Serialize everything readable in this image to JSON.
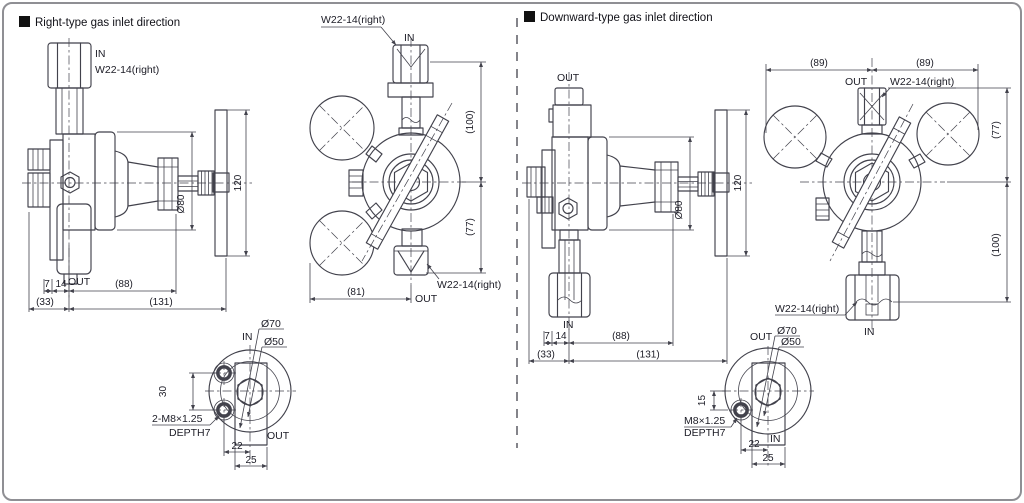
{
  "colors": {
    "line": "#42424c",
    "text": "#1c1c26",
    "border": "#8f8f94",
    "bullet": "#111111",
    "background": "#ffffff"
  },
  "panels": {
    "left": {
      "title": "Right-type gas inlet direction",
      "side_view": {
        "in": "IN",
        "thread": "W22-14(right)",
        "out": "OUT",
        "dims": {
          "d7": "7",
          "d14": "14",
          "d88": "(88)",
          "d33": "(33)",
          "d131": "(131)",
          "dia80": "Ø80",
          "d120": "120"
        }
      },
      "front_view": {
        "thread_top": "W22-14(right)",
        "in": "IN",
        "out": "OUT",
        "thread_bottom": "W22-14(right)",
        "dims": {
          "d100": "(100)",
          "d77": "(77)",
          "d81": "(81)"
        }
      },
      "bottom_view": {
        "dia70": "Ø70",
        "dia50": "Ø50",
        "in": "IN",
        "out": "OUT",
        "note1": "2-M8×1.25",
        "note2": "DEPTH7",
        "dims": {
          "d30": "30",
          "d22": "22",
          "d25": "25"
        }
      }
    },
    "right": {
      "title": "Downward-type gas inlet direction",
      "side_view": {
        "out": "OUT",
        "in": "IN",
        "dims": {
          "d7": "7",
          "d14": "14",
          "d88": "(88)",
          "d33": "(33)",
          "d131": "(131)",
          "dia80": "Ø80",
          "d120": "120"
        }
      },
      "front_view": {
        "out": "OUT",
        "thread_top": "W22-14(right)",
        "thread_bottom": "W22-14(right)",
        "in": "IN",
        "dims": {
          "d89a": "(89)",
          "d89b": "(89)",
          "d77": "(77)",
          "d100": "(100)"
        }
      },
      "bottom_view": {
        "out": "OUT",
        "dia70": "Ø70",
        "dia50": "Ø50",
        "in": "IN",
        "note1": "M8×1.25",
        "note2": "DEPTH7",
        "dims": {
          "d15": "15",
          "d22": "22",
          "d25": "25"
        }
      }
    }
  }
}
